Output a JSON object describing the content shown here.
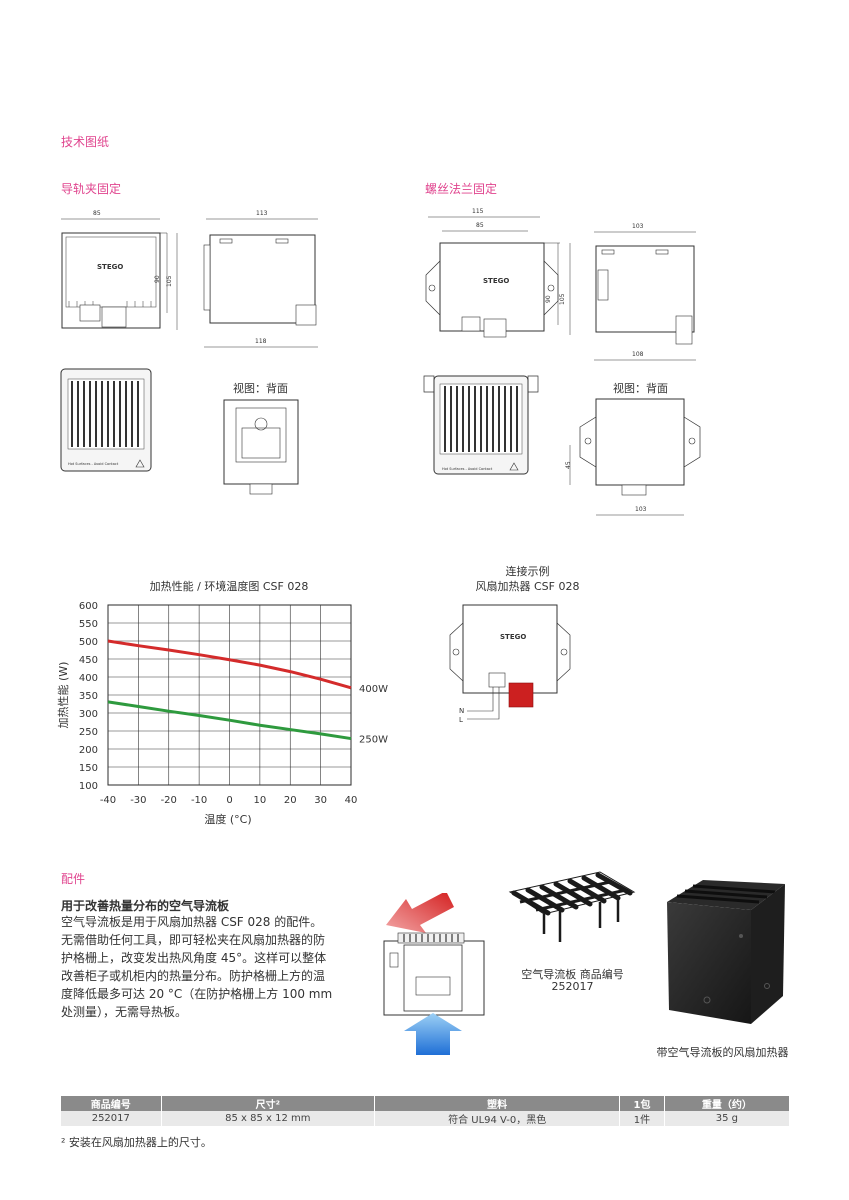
{
  "headings": {
    "tech_drawings": "技术图纸",
    "din_rail": "导轨夹固定",
    "screw_flange": "螺丝法兰固定",
    "view_back_1": "视图：背面",
    "view_back_2": "视图：背面",
    "accessories": "配件"
  },
  "dimensions": {
    "d85": "85",
    "d113": "113",
    "d90": "90",
    "d105": "105",
    "d118": "118",
    "d115": "115",
    "d85b": "85",
    "d103": "103",
    "d90b": "90",
    "d105b": "105",
    "d108": "108",
    "d45": "45",
    "d103b": "103"
  },
  "device": {
    "brand": "STEGO",
    "warning": "Hot Surfaces - Avoid Contact"
  },
  "connection": {
    "title_line1": "连接示例",
    "title_line2": "风扇加热器 CSF 028",
    "n_label": "N",
    "l_label": "L"
  },
  "chart_data": {
    "type": "line",
    "title": "加热性能 / 环境温度图 CSF 028",
    "xlabel": "温度 (°C)",
    "ylabel": "加热性能 (W)",
    "x": [
      -40,
      -30,
      -20,
      -10,
      0,
      10,
      20,
      30,
      40
    ],
    "xlim": [
      -40,
      40
    ],
    "ylim": [
      100,
      600
    ],
    "yticks": [
      100,
      150,
      200,
      250,
      300,
      350,
      400,
      450,
      500,
      550,
      600
    ],
    "grid": true,
    "series": [
      {
        "name": "400W",
        "color": "#d42b2b",
        "values": [
          500,
          487,
          475,
          462,
          448,
          433,
          415,
          394,
          370
        ]
      },
      {
        "name": "250W",
        "color": "#2e9a3e",
        "values": [
          331,
          318,
          305,
          293,
          280,
          266,
          254,
          242,
          229
        ]
      }
    ]
  },
  "accessory": {
    "subtitle": "用于改善热量分布的空气导流板",
    "lines": [
      "空气导流板是用于风扇加热器 CSF 028 的配件。",
      "无需借助任何工具，即可轻松夹在风扇加热器的防",
      "护格栅上，改变发出热风角度 45°。这样可以整体",
      "改善柜子或机柜内的热量分布。防护格栅上方的温",
      "度降低最多可达 20 °C（在防护格栅上方 100 mm",
      "处测量），无需导热板。"
    ],
    "grid_caption_line1": "空气导流板 商品编号",
    "grid_caption_line2": "252017",
    "heater_caption": "带空气导流板的风扇加热器"
  },
  "table": {
    "headers": [
      "商品编号",
      "尺寸²",
      "塑料",
      "1包",
      "重量（约）"
    ],
    "rows": [
      [
        "252017",
        "85 x 85 x 12 mm",
        "符合 UL94 V-0，黑色",
        "1件",
        "35 g"
      ]
    ]
  },
  "footnote": "² 安装在风扇加热器上的尺寸。",
  "colors": {
    "accent": "#e0448e",
    "table_header": "#8a8a8a",
    "table_row": "#e9e9e9"
  }
}
